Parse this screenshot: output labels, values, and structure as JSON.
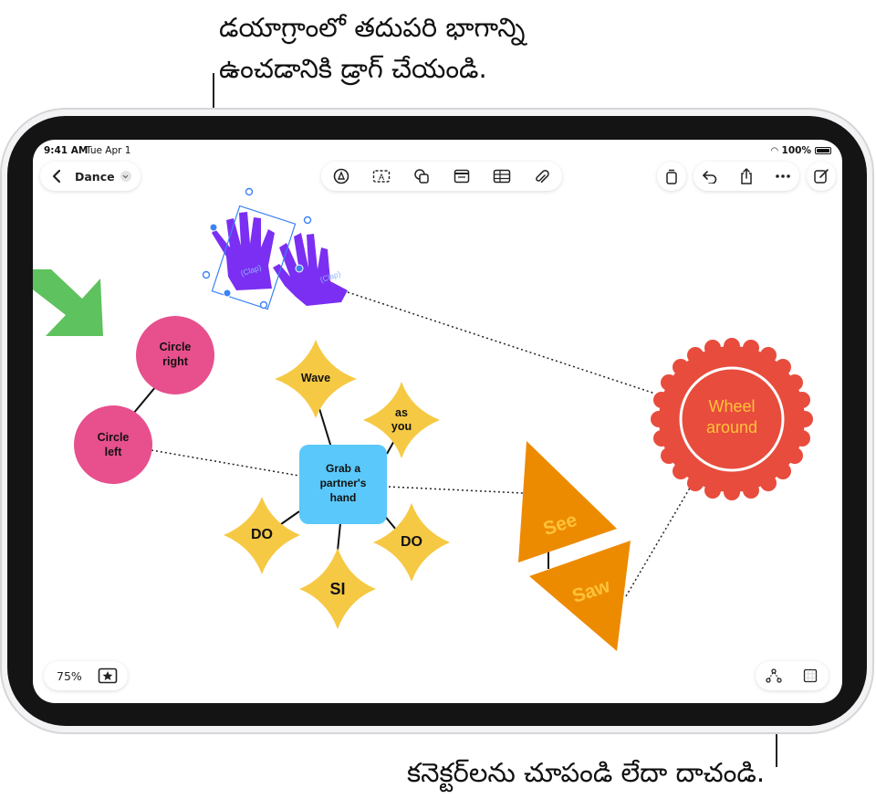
{
  "callouts": {
    "top_line1": "డయాగ్రాంలో తదుపరి భాగాన్ని",
    "top_line2": "ఉంచడానికి డ్రాగ్ చేయండి.",
    "bottom": "కనెక్టర్‌లను చూపండి లేదా దాచండి."
  },
  "status_bar": {
    "time": "9:41 AM",
    "date": "Tue Apr 1",
    "battery": "100%"
  },
  "toolbar": {
    "back_icon": "chevron-left-icon",
    "board_title": "Dance",
    "title_menu_icon": "chevron-down-icon",
    "center_tools": [
      "pen-icon",
      "text-box-icon",
      "shapes-icon",
      "sticky-note-icon",
      "table-icon",
      "attachment-icon"
    ],
    "right_tools": [
      "copy-icon",
      "undo-icon",
      "share-icon",
      "more-icon",
      "new-board-icon"
    ]
  },
  "footer": {
    "zoom": "75%",
    "favorites_icon": "star-icon",
    "connectors_icon": "connector-icon",
    "grid_icon": "grid-icon"
  },
  "board": {
    "hands_label_left": "(Clap)",
    "hands_label_right": "(Clap)",
    "circle_right": [
      "Circle",
      "right"
    ],
    "circle_left": [
      "Circle",
      "left"
    ],
    "wave": "Wave",
    "as_you": [
      "as",
      "you"
    ],
    "grab": [
      "Grab a",
      "partner's",
      "hand"
    ],
    "do_left": "DO",
    "do_right": "DO",
    "si": "SI",
    "see": "See",
    "saw": "Saw",
    "wheel": [
      "Wheel",
      "around"
    ]
  },
  "colors": {
    "pink": "#e7508d",
    "yellow": "#f6c944",
    "blue": "#5ac8fa",
    "orange": "#ed8b00",
    "red": "#e84c3d",
    "purple": "#7c3aed",
    "green": "#5ec25e",
    "accent_text": "#ffc23a",
    "selection": "#3b82f6"
  }
}
